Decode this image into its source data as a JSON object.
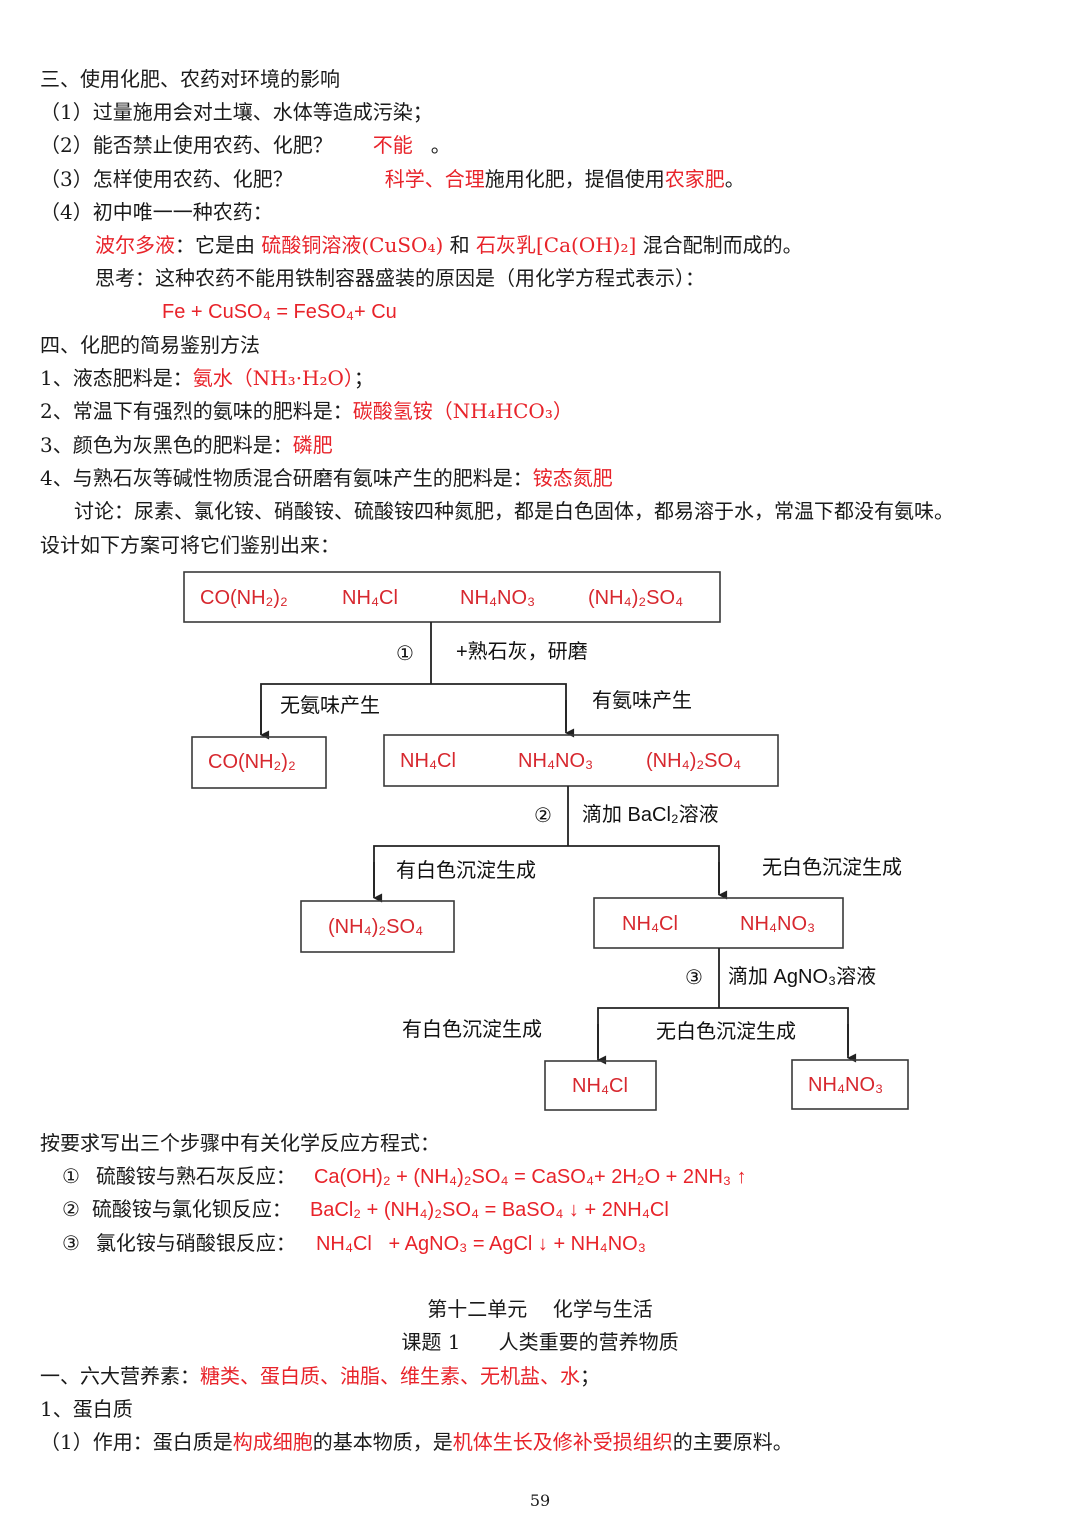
{
  "sec3": {
    "heading": "三、使用化肥、农药对环境的影响",
    "q1": "（1）过量施用会对土壤、水体等造成污染；",
    "q2_label": "（2）能否禁止使用农药、化肥？",
    "q2_answer": "不能",
    "q2_end": "。",
    "q3_label": "（3）怎样使用农药、化肥？",
    "q3_a1": "科学",
    "q3_sep": "、",
    "q3_a2": "合理",
    "q3_mid": "施用化肥，提倡使用",
    "q3_a3": "农家肥",
    "q3_end": "。",
    "q4_label": "（4）初中唯一一种农药：",
    "bordeaux_name": "波尔多液",
    "bordeaux_t1": "：它是由 ",
    "bordeaux_c1": "硫酸铜溶液(CuSO₄)",
    "bordeaux_t2": " 和 ",
    "bordeaux_c2": "石灰乳[Ca(OH)₂]",
    "bordeaux_t3": " 混合配制而成的。",
    "think": "思考：这种农药不能用铁制容器盛装的原因是（用化学方程式表示）：",
    "equation": "Fe + CuSO₄ = FeSO₄+ Cu"
  },
  "sec4": {
    "heading": "四、化肥的简易鉴别方法",
    "i1_label": "1、液态肥料是：",
    "i1_answer": "氨水（NH₃·H₂O）",
    "i1_end": "；",
    "i2_label": "2、常温下有强烈的氨味的肥料是：",
    "i2_answer": "碳酸氢铵（NH₄HCO₃）",
    "i3_label": "3、颜色为灰黑色的肥料是：",
    "i3_answer": "磷肥",
    "i4_label": "4、与熟石灰等碱性物质混合研磨有氨味产生的肥料是：",
    "i4_answer": "铵态氮肥",
    "discuss": "讨论：尿素、氯化铵、硝酸铵、硫酸铵四种氮肥，都是白色固体，都易溶于水，常温下都没有氨味。",
    "design": "设计如下方案可将它们鉴别出来："
  },
  "flow": {
    "top": [
      "CO(NH₂)₂",
      "NH₄Cl",
      "NH₄NO₃",
      "(NH₄)₂SO₄"
    ],
    "step1_num": "①",
    "step1_text": "+熟石灰，研磨",
    "no_ammonia": "无氨味产生",
    "has_ammonia": "有氨味产生",
    "box_urea": "CO(NH₂)₂",
    "mid": [
      "NH₄Cl",
      "NH₄NO₃",
      "(NH₄)₂SO₄"
    ],
    "step2_num": "②",
    "step2_text": "滴加 BaCl₂溶液",
    "white_ppt_1": "有白色沉淀生成",
    "no_white_ppt_1": "无白色沉淀生成",
    "box_sulfate": "(NH₄)₂SO₄",
    "pair": [
      "NH₄Cl",
      "NH₄NO₃"
    ],
    "step3_num": "③",
    "step3_text": "滴加 AgNO₃溶液",
    "white_ppt_2": "有白色沉淀生成",
    "no_white_ppt_2": "无白色沉淀生成",
    "box_chloride": "NH₄Cl",
    "box_nitrate": "NH₄NO₃"
  },
  "reactions": {
    "intro": "按要求写出三个步骤中有关化学反应方程式：",
    "r1_num": "①",
    "r1_label": "硫酸铵与熟石灰反应：",
    "r1_eq": "Ca(OH)₂ + (NH₄)₂SO₄ = CaSO₄+ 2H₂O + 2NH₃ ↑",
    "r2_num": "②",
    "r2_label": "硫酸铵与氯化钡反应：",
    "r2_eq": "BaCl₂ + (NH₄)₂SO₄ = BaSO₄ ↓ + 2NH₄Cl",
    "r3_num": "③",
    "r3_label": "氯化铵与硝酸银反应：",
    "r3_eq": "NH₄Cl   + AgNO₃ = AgCl ↓ + NH₄NO₃"
  },
  "unit12": {
    "title": "第十二单元    化学与生活",
    "lesson": "课题 1      人类重要的营养物质",
    "nutrients_label": "一、六大营养素：",
    "nutrients": "糖类、蛋白质、油脂、维生素、无机盐、水",
    "nutrients_end": "；",
    "protein": "1、蛋白质",
    "role_label": "（1）作用：蛋白质是",
    "role_a1": "构成细胞",
    "role_mid": "的基本物质，是",
    "role_a2": "机体生长及修补受损组织",
    "role_end": "的主要原料。"
  },
  "page_number": "59"
}
